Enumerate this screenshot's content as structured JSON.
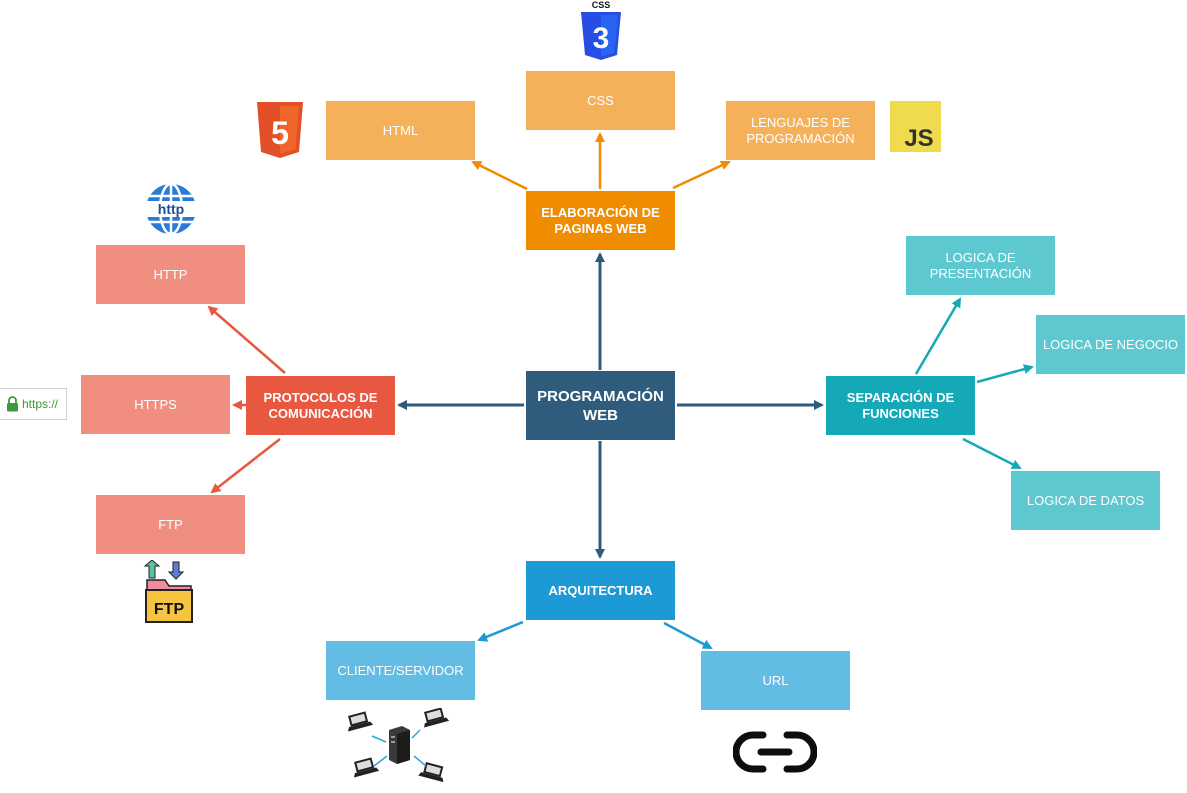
{
  "colors": {
    "center": "#2f5b7c",
    "orange_dark": "#f08c00",
    "orange_light": "#f5b15a",
    "red_dark": "#e8573f",
    "red_light": "#f08e80",
    "teal_dark": "#15a9b8",
    "teal_light": "#5ec8d0",
    "blue_dark": "#1d9ad6",
    "blue_light": "#62bce4"
  },
  "nodes": {
    "center": "PROGRAMACIÓN WEB",
    "elaboracion": "ELABORACIÓN DE PAGINAS WEB",
    "html": "HTML",
    "css": "CSS",
    "lenguajes": "LENGUAJES DE PROGRAMACIÓN",
    "protocolos": "PROTOCOLOS DE COMUNICACIÓN",
    "http": "HTTP",
    "https": "HTTPS",
    "ftp": "FTP",
    "separacion": "SEPARACIÓN DE FUNCIONES",
    "logica_presentacion": "LOGICA DE PRESENTACIÓN",
    "logica_negocio": "LOGICA DE NEGOCIO",
    "logica_datos": "LOGICA DE DATOS",
    "arquitectura": "ARQUITECTURA",
    "cliente_servidor": "CLIENTE/SERVIDOR",
    "url": "URL"
  },
  "icons": {
    "css_badge": "CSS",
    "css_logo": "3",
    "html_logo": "5",
    "js_logo": "JS",
    "http_globe": "http",
    "https_bar": "https://",
    "ftp_folder": "FTP",
    "client_server": "client-server-network-icon",
    "link": "link-icon"
  }
}
